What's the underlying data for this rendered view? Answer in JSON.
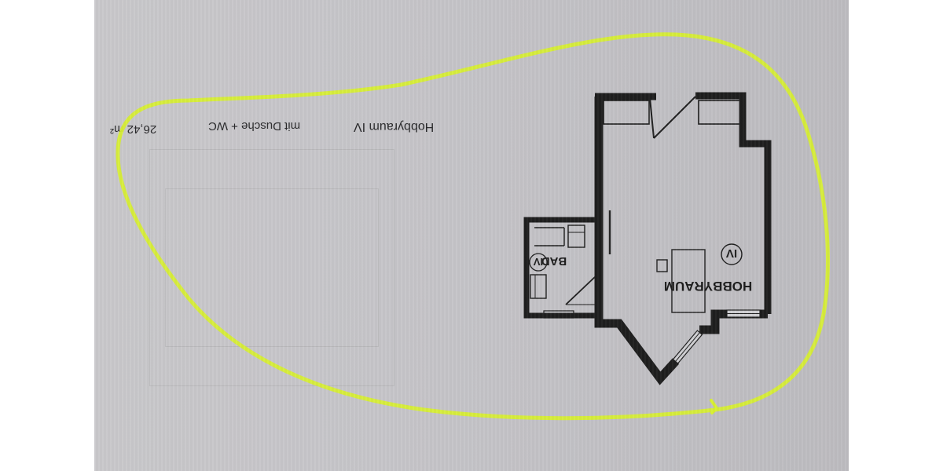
{
  "photo": {
    "subject": "Upside-down printed floor plan page with yellow highlighter loop",
    "orientation_degrees": 180,
    "paper_color": "#c6c5c9",
    "margin_color": "#ffffff",
    "highlighter_color": "#d8f030",
    "wall_color": "#1e1e1e"
  },
  "caption": {
    "room_name": "Hobbyraum IV",
    "features": "mit Dusche + WC",
    "area": "26,42 m²"
  },
  "plan": {
    "main_room_label": "HOBBYRAUM",
    "main_room_number": "IV",
    "bath_label": "BAD",
    "bath_number": "IV"
  }
}
